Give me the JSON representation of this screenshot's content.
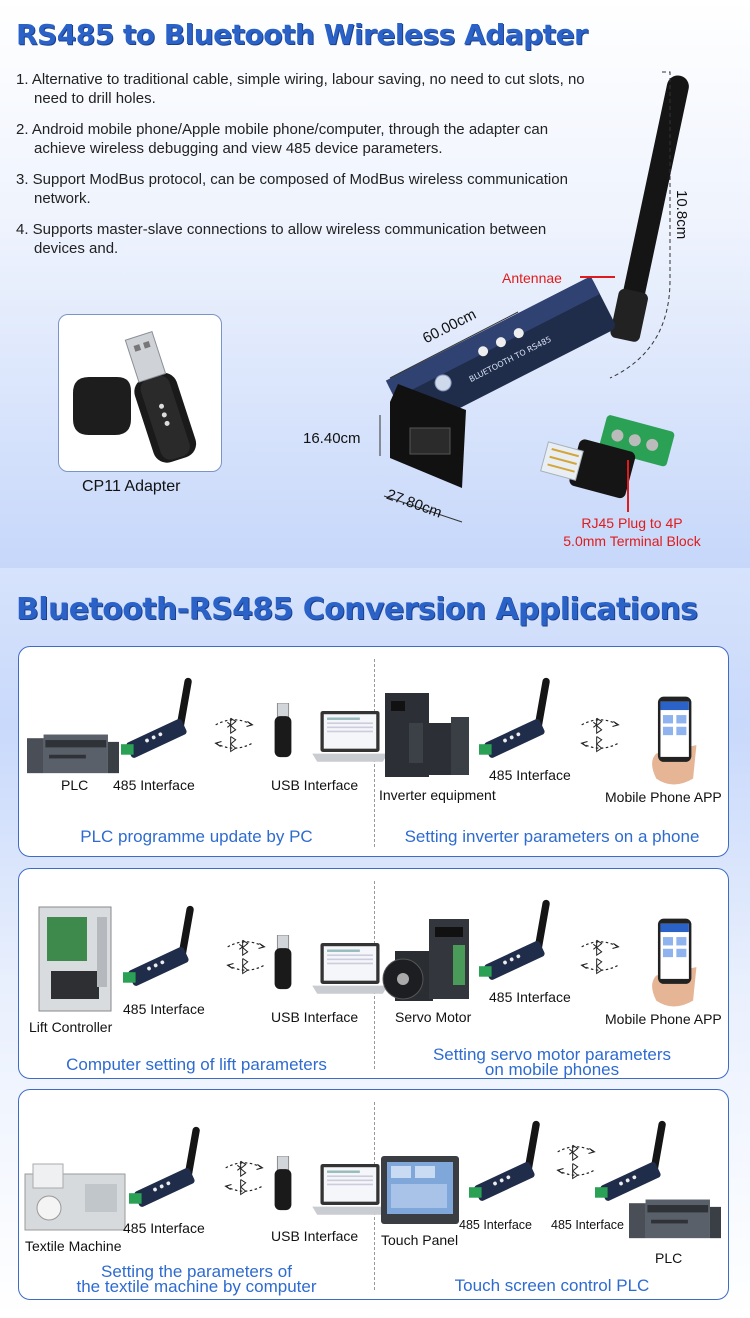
{
  "header": {
    "title": "RS485 to Bluetooth Wireless Adapter",
    "features": [
      "1. Alternative to traditional cable, simple wiring, labour saving, no need to cut slots, no need to drill holes.",
      "2. Android mobile phone/Apple mobile phone/computer, through the adapter can achieve wireless debugging and view 485 device parameters.",
      "3. Support ModBus protocol, can be composed of ModBus wireless communication network.",
      "4. Supports master-slave connections to allow wireless communication between devices and."
    ]
  },
  "product": {
    "cp11_label": "CP11 Adapter",
    "antenna_label": "Antennae",
    "rj45_label_line1": "RJ45 Plug to 4P",
    "rj45_label_line2": "5.0mm Terminal Block",
    "dim_length": "60.00cm",
    "dim_height": "16.40cm",
    "dim_width": "27.80cm",
    "dim_antenna": "10.8cm",
    "device_text": "BLUETOOTH TO RS485",
    "accent_color": "#2a62c8",
    "highlight_color": "#e01b1b"
  },
  "applications": {
    "title": "Bluetooth-RS485 Conversion Applications",
    "panels": [
      {
        "left": {
          "caption": "PLC programme update by PC",
          "device_label": "PLC",
          "interface_label": "485 Interface",
          "target_label": "USB Interface"
        },
        "right": {
          "caption": "Setting inverter parameters on a  phone",
          "device_label": "Inverter equipment",
          "interface_label": "485 Interface",
          "target_label": "Mobile Phone APP"
        }
      },
      {
        "left": {
          "caption": "Computer setting of lift parameters",
          "device_label": "Lift Controller",
          "interface_label": "485 Interface",
          "target_label": "USB Interface"
        },
        "right": {
          "caption_line1": "Setting servo motor parameters",
          "caption_line2": "on mobile phones",
          "device_label": "Servo Motor",
          "interface_label": "485 Interface",
          "target_label": "Mobile Phone APP"
        }
      },
      {
        "left": {
          "caption_line1": "Setting the parameters of",
          "caption_line2": "the textile machine by computer",
          "device_label": "Textile Machine",
          "interface_label": "485 Interface",
          "target_label": "USB Interface"
        },
        "right": {
          "caption": "Touch screen control PLC",
          "device_label": "Touch Panel",
          "interface_label": "485 Interface",
          "interface_label_2": "485 Interface",
          "target_label": "PLC"
        }
      }
    ]
  }
}
